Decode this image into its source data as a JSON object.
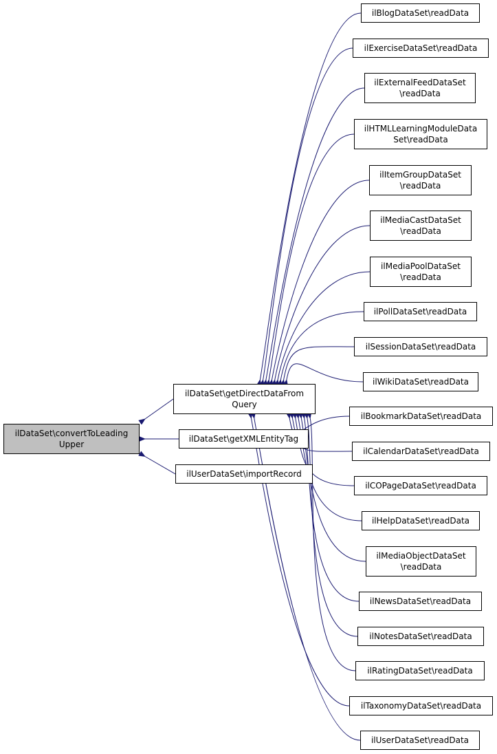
{
  "graph": {
    "edge_color": "#191970",
    "root_fill": "#bfbfbf",
    "nodes": {
      "root": "ilDataSet\\convertToLeading\nUpper",
      "getDirect": "ilDataSet\\getDirectDataFrom\nQuery",
      "getXML": "ilDataSet\\getXMLEntityTag",
      "importRecord": "ilUserDataSet\\importRecord",
      "blog": "ilBlogDataSet\\readData",
      "exercise": "ilExerciseDataSet\\readData",
      "externalFeed": "ilExternalFeedDataSet\n\\readData",
      "htmlLM": "ilHTMLLearningModuleData\nSet\\readData",
      "itemGroup": "ilItemGroupDataSet\n\\readData",
      "mediaCast": "ilMediaCastDataSet\n\\readData",
      "mediaPool": "ilMediaPoolDataSet\n\\readData",
      "poll": "ilPollDataSet\\readData",
      "session": "ilSessionDataSet\\readData",
      "wiki": "ilWikiDataSet\\readData",
      "bookmark": "ilBookmarkDataSet\\readData",
      "calendar": "ilCalendarDataSet\\readData",
      "copage": "ilCOPageDataSet\\readData",
      "help": "ilHelpDataSet\\readData",
      "mediaObject": "ilMediaObjectDataSet\n\\readData",
      "news": "ilNewsDataSet\\readData",
      "notes": "ilNotesDataSet\\readData",
      "rating": "ilRatingDataSet\\readData",
      "taxonomy": "ilTaxonomyDataSet\\readData",
      "userRead": "ilUserDataSet\\readData"
    },
    "edges": [
      [
        "getDirect",
        "root"
      ],
      [
        "getXML",
        "root"
      ],
      [
        "importRecord",
        "root"
      ],
      [
        "blog",
        "getDirect"
      ],
      [
        "exercise",
        "getDirect"
      ],
      [
        "externalFeed",
        "getDirect"
      ],
      [
        "htmlLM",
        "getDirect"
      ],
      [
        "itemGroup",
        "getDirect"
      ],
      [
        "mediaCast",
        "getDirect"
      ],
      [
        "mediaPool",
        "getDirect"
      ],
      [
        "poll",
        "getDirect"
      ],
      [
        "session",
        "getDirect"
      ],
      [
        "wiki",
        "getDirect"
      ],
      [
        "bookmark",
        "getDirect"
      ],
      [
        "calendar",
        "getDirect"
      ],
      [
        "copage",
        "getDirect"
      ],
      [
        "help",
        "getDirect"
      ],
      [
        "mediaObject",
        "getDirect"
      ],
      [
        "news",
        "getDirect"
      ],
      [
        "notes",
        "getDirect"
      ],
      [
        "rating",
        "getDirect"
      ],
      [
        "taxonomy",
        "getDirect"
      ],
      [
        "userRead",
        "getDirect"
      ]
    ]
  }
}
